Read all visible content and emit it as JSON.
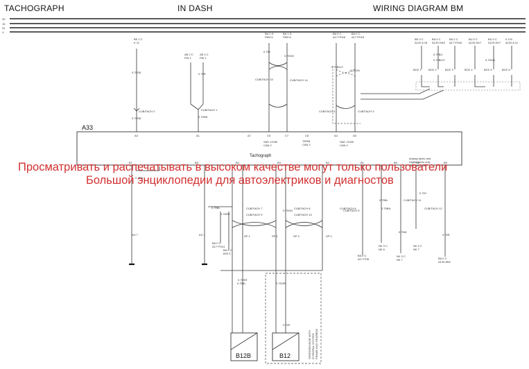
{
  "header": {
    "left": "TACHOGRAPH",
    "center": "IN DASH",
    "right": "WIRING DIAGRAM BM"
  },
  "rails": [
    "30",
    "15",
    "31",
    "X"
  ],
  "watermark": {
    "line1": "Просматривать и распечатывать в высоком качестве могут только пользователи",
    "line2": "Большой энциклопедии для автоэлектриков и диагностов"
  },
  "module": {
    "id": "A33",
    "name": "Tachograph",
    "pins": [
      "A3",
      "A1",
      "A7",
      "C5",
      "C7",
      "C8",
      "A4",
      "A5",
      "B7",
      "B8",
      "B4",
      "B3",
      "B2",
      "B1",
      "B5",
      "B6",
      "B9"
    ],
    "can_label": "SAE J1939\nCAN 2",
    "can_label_b": "SAE J1939\nCAN 2",
    "term_label": "TERM\nCAN 2",
    "note": "Analog tacho and\nDigital tacho only\nwith interface"
  },
  "top_labels": [
    "BE 2 C\nK 11",
    "AB 2 C\nPW 1",
    "AB 4 C\nPW 1",
    "BA 1 D\nPM3 6",
    "BA 1 D\nPM3 8",
    "BA 0 C\nA17 PH16",
    "BA 0 C\nA17 PH15",
    "BE 0 C\nA132 A 18",
    "BA 0 C\nA13S DK8",
    "BA 2 C\nA17 PH16",
    "BU 0 C\nA125 DK7",
    "BU 0 C\nA125 DK7",
    "K 0 B\nA132 A 11"
  ],
  "wire_labels": [
    "0.75SB",
    "0.75R",
    "0.75SB",
    "0.75Y",
    "0.75GN",
    "0.75BU/Y",
    "0.75GN",
    "0.75BU",
    "0.75BU/Y",
    "0.75GN",
    "0.75SB",
    "0.75W",
    "0.75BL",
    "0.75SD",
    "0.75GN",
    "0.75BL",
    "0.75SR",
    "0.75GR",
    "0.75P",
    "0.75BL",
    "0.75BN",
    "0.75W",
    "0.75Y",
    "0.75R"
  ],
  "connectors": [
    "CUB/TACH 2",
    "CUB/TACH 1",
    "CUB/TACH 15",
    "CUB/TACH 14",
    "CUB/TACH 4",
    "CUB/TACH 3",
    "CUB/TACH 7",
    "CUB/TACH 8",
    "CUB/TACH 9",
    "CUB/TACH 10",
    "CUB/TACH 6",
    "CUB/TACH 11",
    "CUB/TACH 5",
    "CUB/TACH 12"
  ],
  "bce": [
    "BCE 1",
    "BCE 2",
    "BCE 3",
    "BCE 4",
    "BCE 5",
    "BCE 6"
  ],
  "splices": [
    "SP 1",
    "SP 2",
    "SP 3",
    "SP 4"
  ],
  "grounds": [
    "KD 7",
    "KD 1"
  ],
  "bottom_labels": [
    "BA 0 C\nA17 PH14",
    "BA 0 C\nB25 3",
    "NK 3 C\nNK 6",
    "NK 3 C\nNK 7",
    "BA 0 C\nA17 PH8",
    "BA 0 C\nA125 6K8",
    "NK 3 C\nNK 7"
  ],
  "components": {
    "b12b": "B12B",
    "b12": "B12",
    "sensor_note": "SPEEDSENSOR WITH\nINTEGRAL SYSTEM\nFRAME AND GEARBOX"
  }
}
